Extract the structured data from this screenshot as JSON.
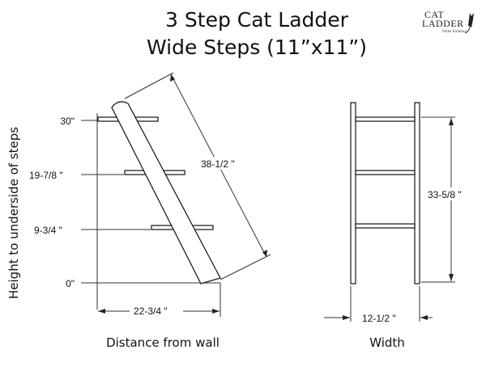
{
  "title": {
    "line1": "3 Step Cat Ladder",
    "line2": "Wide Steps (11”x11”)"
  },
  "logo": {
    "line1": "CAT",
    "line2": "LADDER",
    "tagline": "feline furniture"
  },
  "side_view": {
    "vertical_axis_label": "Height to underside of steps",
    "heights": [
      "30\"",
      "19-7/8    \"",
      "9-3/4    \"",
      "0\""
    ],
    "ladder_length": "38-1/2   \"",
    "wall_distance": "22-3/4    \"",
    "caption": "Distance from wall"
  },
  "front_view": {
    "height": "33-5/8   \"",
    "width": "12-1/2    \"",
    "caption": "Width"
  }
}
